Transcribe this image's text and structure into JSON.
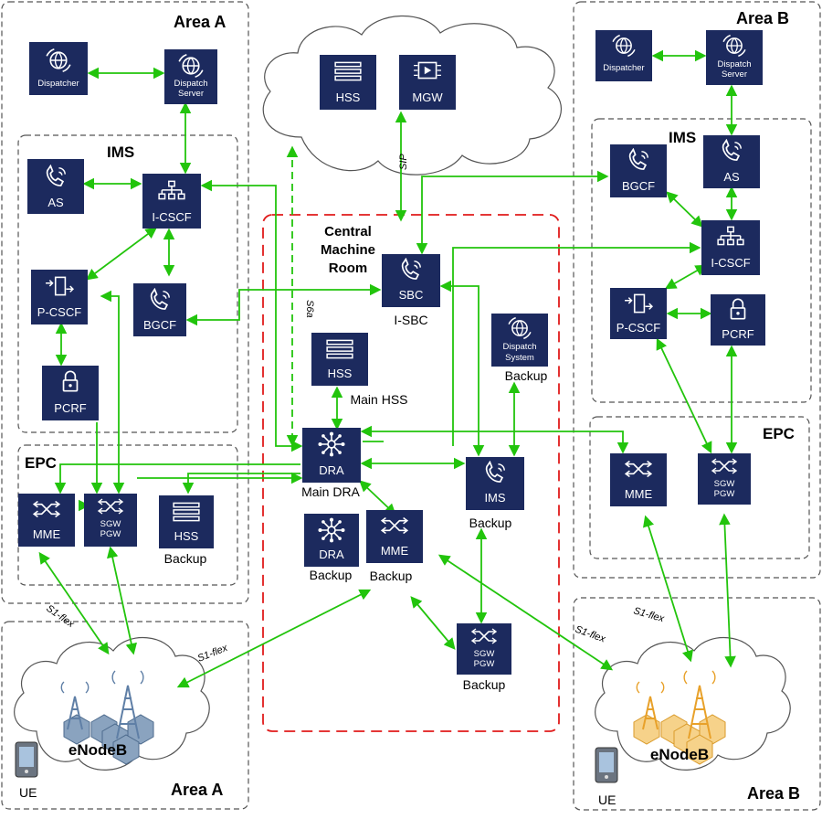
{
  "areas": {
    "area_a_top": "Area A",
    "area_a_bottom": "Area A",
    "area_b_top": "Area  B",
    "area_b_bottom": "Area B"
  },
  "groups": {
    "ims_a": "IMS",
    "ims_b": "IMS",
    "epc_a": "EPC",
    "epc_b": "EPC",
    "central_line1": "Central",
    "central_line2": "Machine",
    "central_line3": "Room"
  },
  "nodes": {
    "dispatcher_a": "Dispatcher",
    "dispatch_server_a_1": "Dispatch",
    "dispatch_server_a_2": "Server",
    "as_a": "AS",
    "icscf_a": "I-CSCF",
    "pcscf_a": "P-CSCF",
    "bgcf_a": "BGCF",
    "pcrf_a": "PCRF",
    "mme_a": "MME",
    "sgw_a_1": "SGW",
    "sgw_a_2": "PGW",
    "hss_a": "HSS",
    "hss_cloud": "HSS",
    "mgw_cloud": "MGW",
    "sbc": "SBC",
    "hss_main": "HSS",
    "dispatch_sys_1": "Dispatch",
    "dispatch_sys_2": "System",
    "dra_main": "DRA",
    "ims_backup": "IMS",
    "dra_backup": "DRA",
    "mme_backup": "MME",
    "sgw_backup_1": "SGW",
    "sgw_backup_2": "PGW",
    "dispatcher_b": "Dispatcher",
    "dispatch_server_b_1": "Dispatch",
    "dispatch_server_b_2": "Server",
    "bgcf_b": "BGCF",
    "as_b": "AS",
    "icscf_b": "I-CSCF",
    "pcscf_b": "P-CSCF",
    "pcrf_b": "PCRF",
    "mme_b": "MME",
    "sgw_b_1": "SGW",
    "sgw_b_2": "PGW"
  },
  "captions": {
    "hss_a_backup": "Backup",
    "isbc": "I-SBC",
    "main_hss": "Main HSS",
    "dispatch_backup": "Backup",
    "main_dra": "Main DRA",
    "ims_backup": "Backup",
    "dra_backup": "Backup",
    "mme_backup": "Backup",
    "sgw_backup": "Backup"
  },
  "link_labels": {
    "sip": "SIP",
    "s6a": "S6a",
    "s1flex_a": "S1-flex",
    "s1flex_central": "S1-flex",
    "s1flex_b_1": "S1-flex",
    "s1flex_b_2": "S1-flex"
  },
  "sites": {
    "enodeb_a": "eNodeB",
    "enodeb_b": "eNodeB",
    "ue_a": "UE",
    "ue_b": "UE"
  },
  "colors": {
    "node_fill": "#1c2a5e",
    "link": "#22c40c",
    "central_border": "#e01b1b",
    "dashed_border": "#555555",
    "enodeb_a": "#5f7fa6",
    "enodeb_b": "#f0b23c"
  }
}
